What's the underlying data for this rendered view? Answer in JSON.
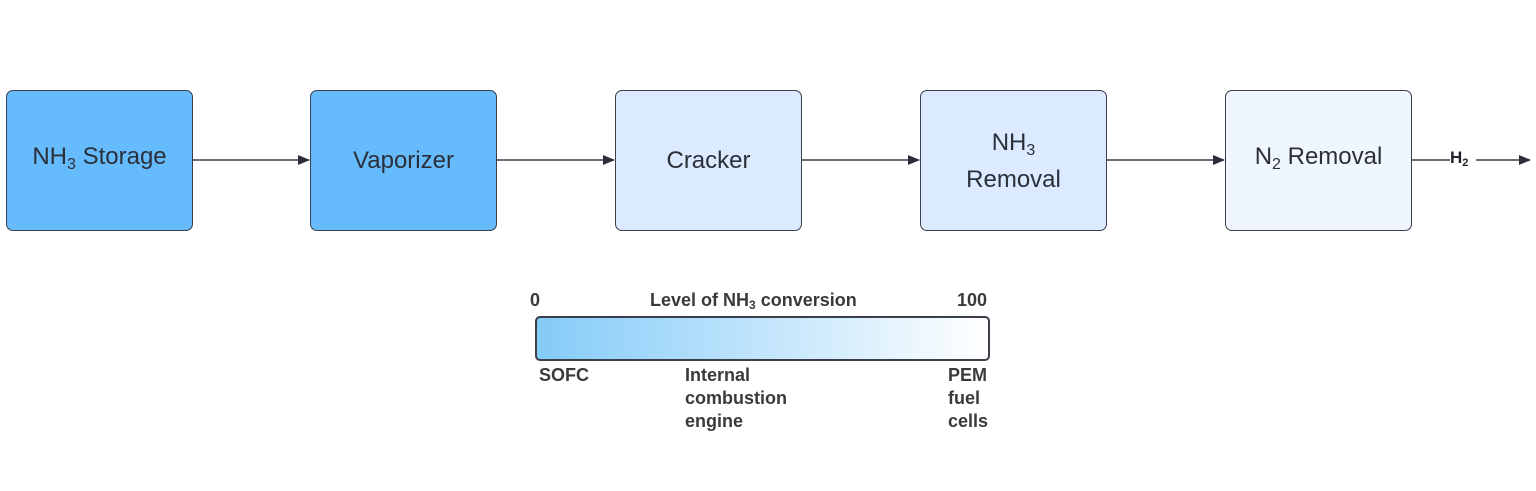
{
  "process": {
    "steps": [
      {
        "main": "NH",
        "sub": "3",
        "rest": " Storage",
        "fill": "#66bbfd"
      },
      {
        "main": "Vaporizer",
        "fill": "#66bbfd"
      },
      {
        "main": "Cracker",
        "fill": "#dbeaff"
      },
      {
        "main": "NH",
        "sub": "3",
        "line2": "Removal",
        "fill": "#dbeaff"
      },
      {
        "main": "N",
        "sub": "2",
        "rest": " Removal",
        "fill": "#f0f6ff"
      }
    ],
    "output": {
      "main": "H",
      "sub": "2"
    }
  },
  "scale": {
    "min_label": "0",
    "max_label": "100",
    "title_pre": "Level of NH",
    "title_sub": "3",
    "title_post": " conversion",
    "gradient_start": "#84cbf8",
    "gradient_end": "#ffffff",
    "markers": [
      {
        "label": "SOFC",
        "value": 0
      },
      {
        "label": "Internal\ncombustion\nengine",
        "value": 33
      },
      {
        "label": "PEM\nfuel\ncells",
        "value": 100
      }
    ]
  }
}
